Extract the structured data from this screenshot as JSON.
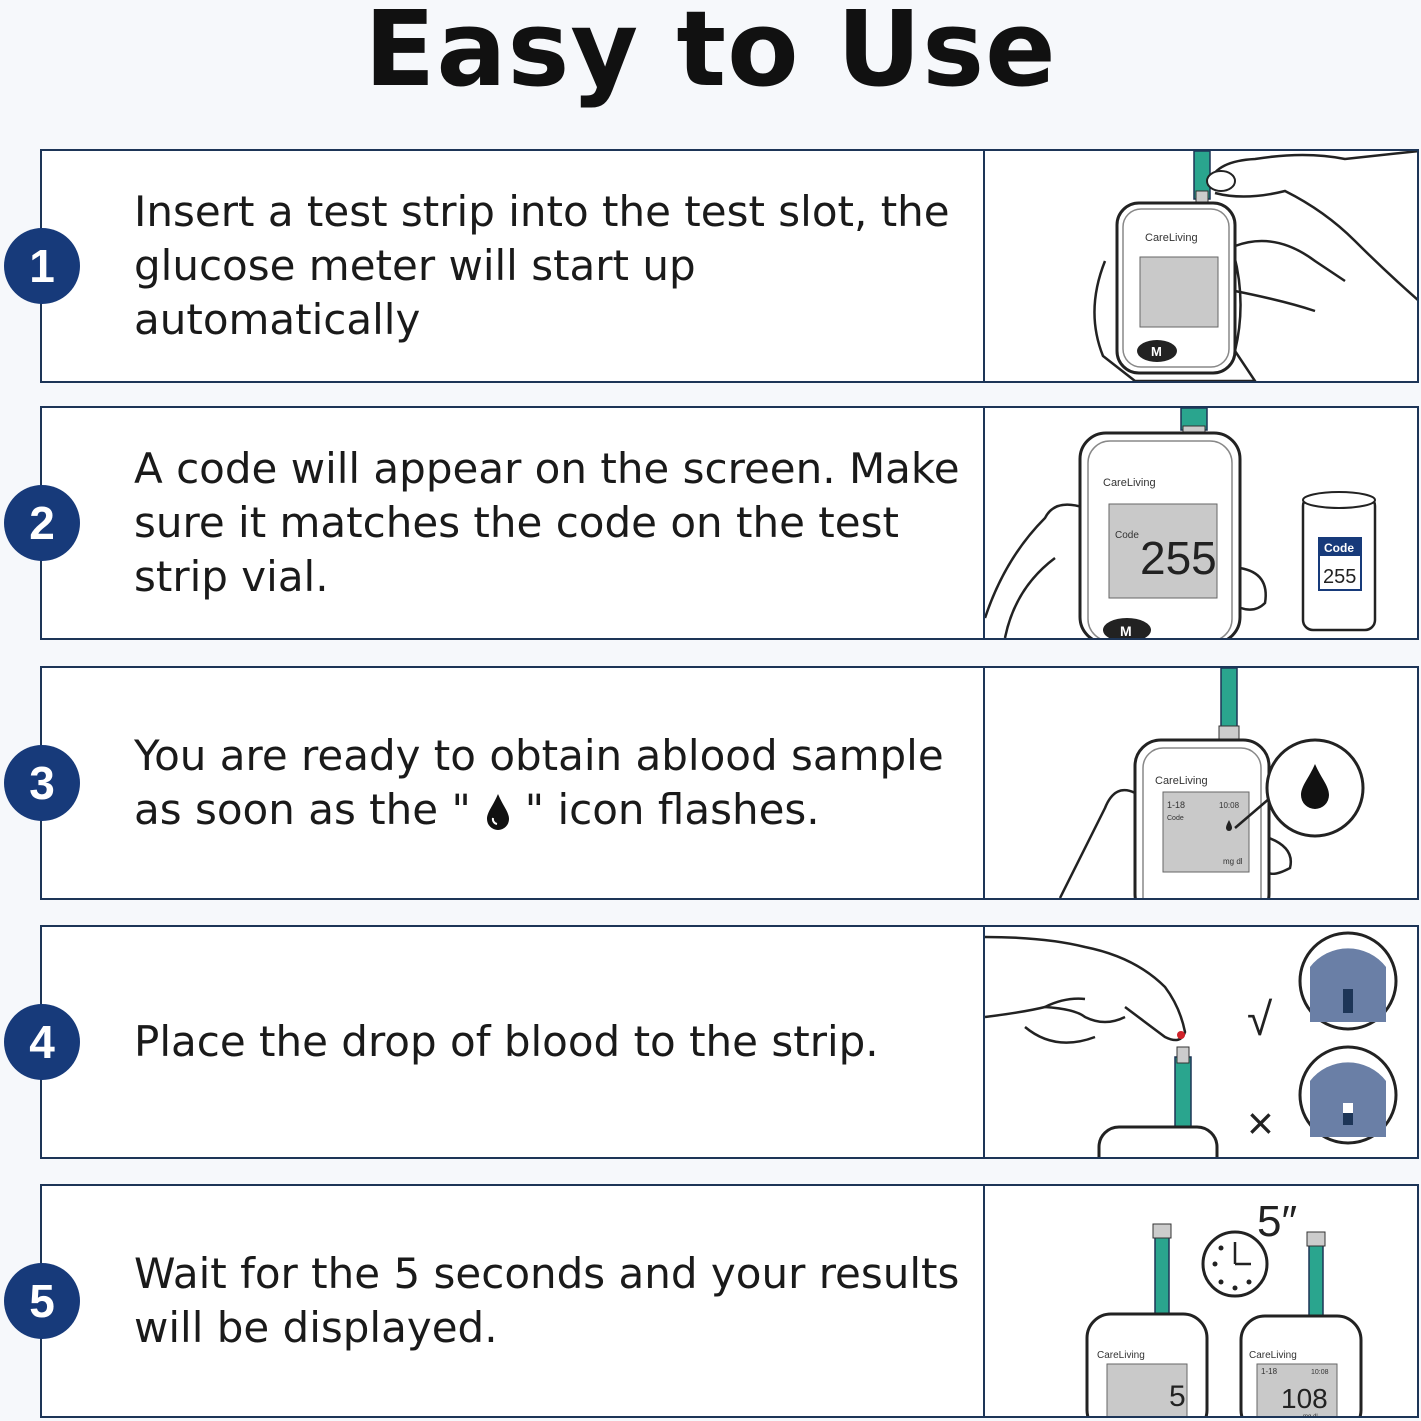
{
  "title": "Easy to Use",
  "brand": "CareLiving",
  "steps": [
    {
      "number": "1",
      "text": "Insert a test strip into the test slot, the glucose meter will start up automatically"
    },
    {
      "number": "2",
      "text": "A code will appear on the screen. Make sure it matches the code on the test strip vial."
    },
    {
      "number": "3",
      "text_before": "You are ready to obtain ablood sample as soon as the \"",
      "text_after": "\"  icon flashes."
    },
    {
      "number": "4",
      "text": "Place the drop of blood to the strip."
    },
    {
      "number": "5",
      "text": "Wait for the 5 seconds and your results will be displayed."
    }
  ],
  "meter": {
    "button_label": "M",
    "code_label": "Code",
    "code_value": "255",
    "vial_label": "Code",
    "vial_code": "255",
    "status_left": "1-18",
    "status_right": "10:08",
    "unit": "mg dl",
    "countdown_value": "5",
    "result_value": "108"
  },
  "timer_label": "5″",
  "check_mark": "√",
  "cross_mark": "×",
  "colors": {
    "accent": "#173a7a",
    "strip": "#2aa58e",
    "screen": "#c9c9c9",
    "blood": "#d0222a"
  }
}
